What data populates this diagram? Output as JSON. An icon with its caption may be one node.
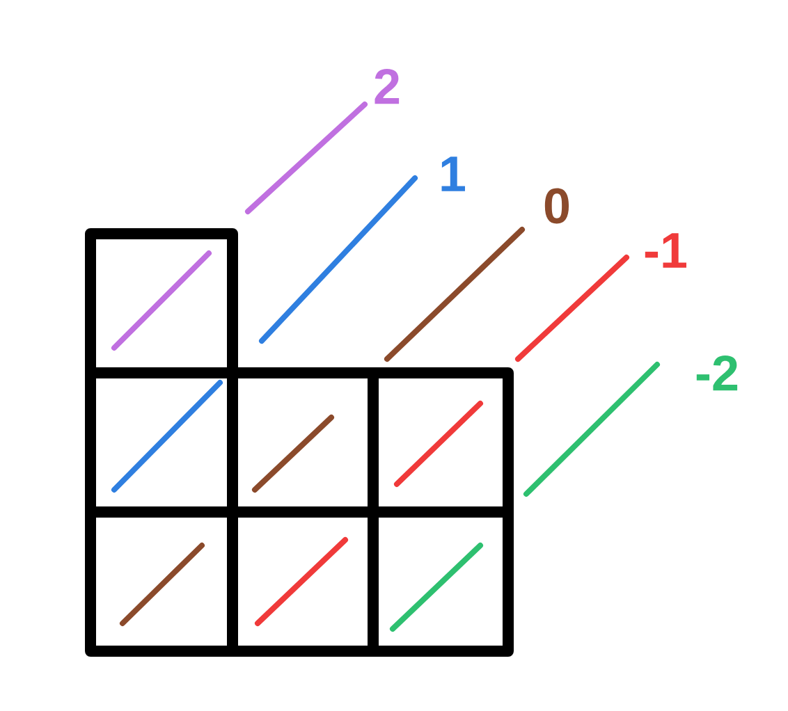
{
  "diagram": {
    "labels": [
      "2",
      "1",
      "0",
      "-1",
      "-2"
    ]
  }
}
